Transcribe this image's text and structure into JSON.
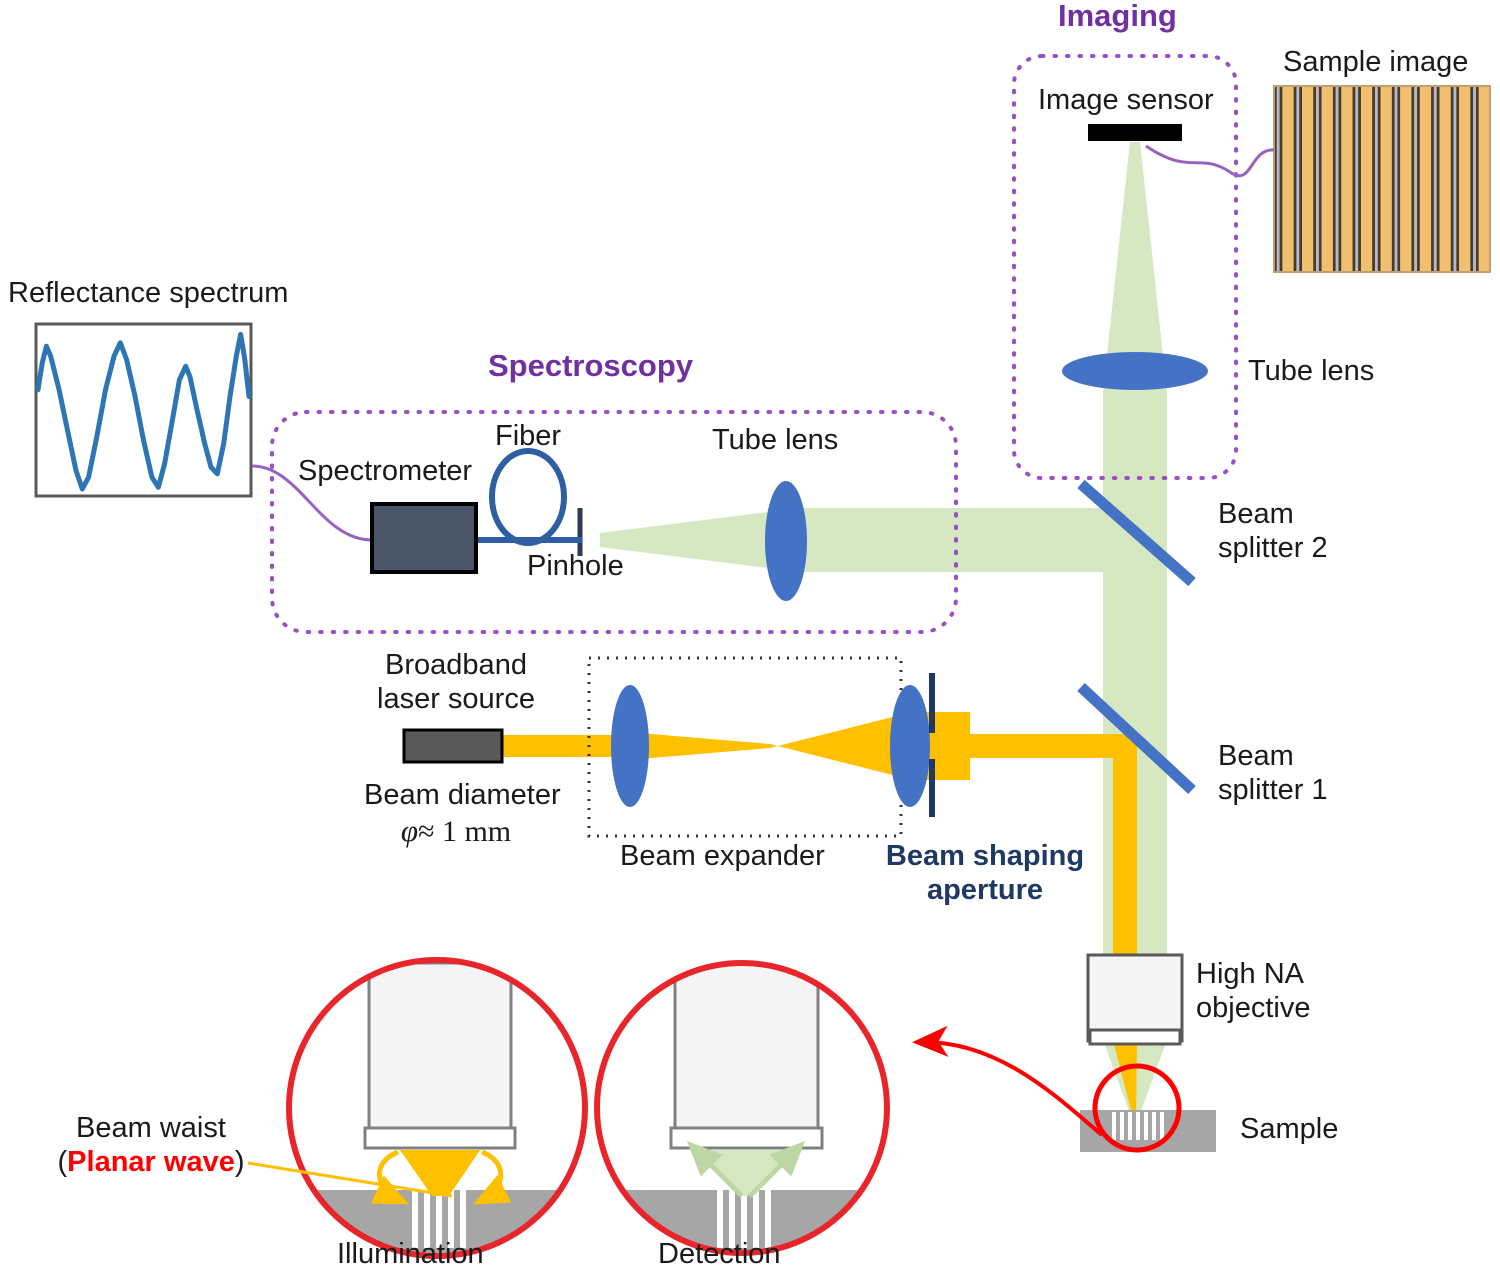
{
  "figure": {
    "kind": "optical-system-schematic",
    "description": "Broadband laser confocal reflectance spectroscopy and imaging setup"
  },
  "sections": {
    "imaging": {
      "title": "Imaging"
    },
    "spectroscopy": {
      "title": "Spectroscopy"
    }
  },
  "labels": {
    "reflectance_spectrum": "Reflectance spectrum",
    "sample_image": "Sample image",
    "image_sensor": "Image sensor",
    "tube_lens_imaging": "Tube lens",
    "tube_lens_spectroscopy": "Tube lens",
    "beam_splitter_2": "Beam\nsplitter 2",
    "beam_splitter_1": "Beam\nsplitter 1",
    "spectrometer": "Spectrometer",
    "fiber": "Fiber",
    "pinhole": "Pinhole",
    "broadband_laser_source": "Broadband\nlaser source",
    "beam_diameter_line1": "Beam diameter",
    "beam_diameter_symbol": "φ",
    "beam_diameter_value": "≈ 1 mm",
    "beam_expander": "Beam expander",
    "beam_shaping_aperture": "Beam shaping\naperture",
    "high_na_objective": "High NA\nobjective",
    "sample": "Sample",
    "beam_waist": "Beam waist",
    "beam_waist_sub": "Planar wave",
    "illumination": "Illumination",
    "detection": "Detection"
  },
  "colors": {
    "accent_purple": "#7030A0",
    "lens_blue": "#4472C4",
    "beam_green": "#D6E8C2",
    "beam_orange": "#FFC000",
    "aperture_navy": "#1F3864",
    "spectrometer_fill": "#4A5568",
    "sample_gray": "#A6A6A6",
    "inset_red": "#FF0000",
    "spectrum_blue": "#2E75B6",
    "sample_image_bg": "#F0C070",
    "sample_image_dark_stripe": "#4A3B22",
    "sample_image_light_stripe": "#AEB8D8",
    "objective_fill": "#F5F5F5",
    "objective_stroke": "#595959"
  },
  "chart_data": {
    "type": "line",
    "title": "Reflectance spectrum",
    "xlabel": "",
    "ylabel": "",
    "grid": false,
    "legend": null,
    "series": [
      {
        "name": "reflectance",
        "points": [
          [
            0.0,
            0.62
          ],
          [
            0.02,
            0.78
          ],
          [
            0.04,
            0.88
          ],
          [
            0.06,
            0.82
          ],
          [
            0.1,
            0.62
          ],
          [
            0.14,
            0.38
          ],
          [
            0.18,
            0.14
          ],
          [
            0.21,
            0.03
          ],
          [
            0.24,
            0.1
          ],
          [
            0.28,
            0.35
          ],
          [
            0.32,
            0.62
          ],
          [
            0.36,
            0.82
          ],
          [
            0.39,
            0.9
          ],
          [
            0.42,
            0.8
          ],
          [
            0.46,
            0.58
          ],
          [
            0.5,
            0.32
          ],
          [
            0.54,
            0.1
          ],
          [
            0.57,
            0.04
          ],
          [
            0.6,
            0.18
          ],
          [
            0.64,
            0.46
          ],
          [
            0.67,
            0.68
          ],
          [
            0.7,
            0.76
          ],
          [
            0.72,
            0.7
          ],
          [
            0.75,
            0.52
          ],
          [
            0.79,
            0.3
          ],
          [
            0.82,
            0.16
          ],
          [
            0.85,
            0.12
          ],
          [
            0.88,
            0.3
          ],
          [
            0.91,
            0.58
          ],
          [
            0.94,
            0.82
          ],
          [
            0.96,
            0.95
          ],
          [
            0.97,
            0.88
          ],
          [
            0.98,
            0.8
          ],
          [
            1.0,
            0.58
          ]
        ]
      }
    ],
    "xlim": [
      0,
      1
    ],
    "ylim": [
      0,
      1
    ]
  },
  "sample_image_pattern": {
    "type": "vertical-stripe-groups",
    "group_count": 11,
    "sequence": [
      "dark",
      "light",
      "dark",
      "background"
    ]
  }
}
